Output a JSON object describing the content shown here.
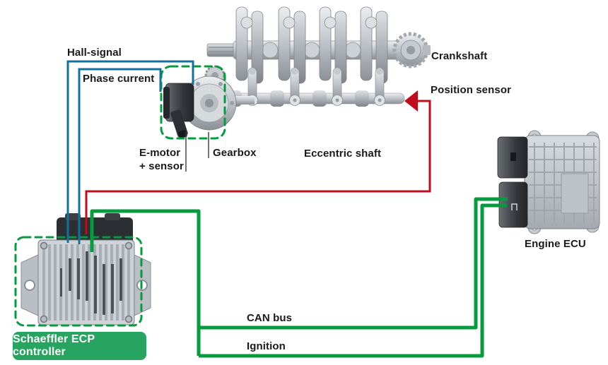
{
  "labels": {
    "hall_signal": "Hall-signal",
    "phase_current": "Phase current",
    "crankshaft": "Crankshaft",
    "position_sensor": "Position sensor",
    "eccentric_shaft": "Eccentric shaft",
    "e_motor_sensor_line1": "E-motor",
    "e_motor_sensor_line2": "+ sensor",
    "gearbox": "Gearbox",
    "engine_ecu": "Engine ECU",
    "can_bus": "CAN bus",
    "ignition": "Ignition",
    "controller_badge": "Schaeffler ECP controller"
  },
  "signals": [
    {
      "name": "Hall-signal",
      "color": "#16709e"
    },
    {
      "name": "Phase current",
      "color": "#16709e"
    },
    {
      "name": "Position sensor",
      "color": "#c00d1e"
    },
    {
      "name": "CAN bus",
      "color": "#069b3e"
    },
    {
      "name": "Ignition",
      "color": "#069b3e"
    }
  ],
  "colors": {
    "signal_blue": "#16709e",
    "signal_red": "#c00d1e",
    "signal_green": "#069b3e",
    "badge_green": "#27a45f",
    "label_text": "#1a1a1a",
    "background": "#ffffff"
  }
}
